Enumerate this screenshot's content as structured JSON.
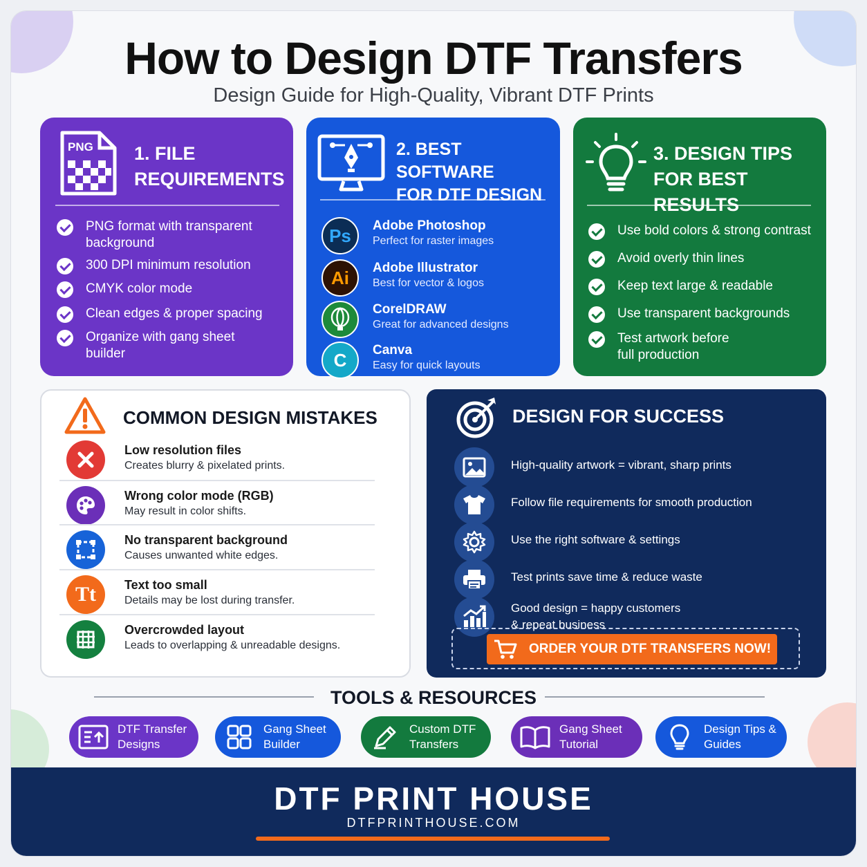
{
  "header": {
    "title": "How to Design DTF Transfers",
    "subtitle": "Design Guide for High-Quality, Vibrant DTF Prints"
  },
  "file_requirements": {
    "icon_label": "PNG",
    "heading_1": "1. FILE",
    "heading_2": "REQUIREMENTS",
    "items": [
      [
        "PNG format with transparent",
        "background"
      ],
      [
        "300 DPI minimum resolution"
      ],
      [
        "CMYK color mode"
      ],
      [
        "Clean edges & proper spacing"
      ],
      [
        "Organize with gang sheet",
        "builder"
      ]
    ]
  },
  "software": {
    "heading_1": "2. BEST SOFTWARE",
    "heading_2": "FOR DTF DESIGN",
    "items": [
      {
        "logo": "Ps",
        "name": "Adobe Photoshop",
        "desc": "Perfect for raster images",
        "color": "#0b2d55",
        "text_color": "#31a8ff"
      },
      {
        "logo": "Ai",
        "name": "Adobe Illustrator",
        "desc": "Best for vector & logos",
        "color": "#2d1204",
        "text_color": "#ff9a00"
      },
      {
        "logo": "",
        "name": "CorelDRAW",
        "desc": "Great for advanced designs",
        "color": "#1d8a3a",
        "text_color": "#ffffff"
      },
      {
        "logo": "C",
        "name": "Canva",
        "desc": "Easy for quick layouts",
        "color": "#14a8c8",
        "text_color": "#ffffff"
      }
    ]
  },
  "design_tips": {
    "heading_1": "3. DESIGN TIPS",
    "heading_2": "FOR BEST RESULTS",
    "items": [
      [
        "Use bold colors & strong contrast"
      ],
      [
        "Avoid overly thin lines"
      ],
      [
        "Keep text large & readable"
      ],
      [
        "Use transparent backgrounds"
      ],
      [
        "Test artwork before",
        "full production"
      ]
    ]
  },
  "mistakes": {
    "heading": "COMMON DESIGN MISTAKES",
    "items": [
      {
        "title": "Low resolution files",
        "desc": "Creates blurry & pixelated prints.",
        "color": "#e23a35",
        "icon": "x-icon"
      },
      {
        "title": "Wrong color mode (RGB)",
        "desc": "May result in color shifts.",
        "color": "#6b2fb8",
        "icon": "palette-icon"
      },
      {
        "title": "No transparent background",
        "desc": "Causes unwanted white edges.",
        "color": "#1763d8",
        "icon": "frame-icon"
      },
      {
        "title": "Text too small",
        "desc": "Details may be lost during transfer.",
        "color": "#f26a1b",
        "icon_text": "Tt",
        "icon": "text-size-icon"
      },
      {
        "title": "Overcrowded layout",
        "desc": "Leads to overlapping & unreadable designs.",
        "color": "#14803f",
        "icon": "grid-icon"
      }
    ]
  },
  "success": {
    "heading": "DESIGN FOR SUCCESS",
    "items": [
      {
        "lines": [
          "High-quality artwork = vibrant, sharp prints"
        ],
        "icon": "image-icon"
      },
      {
        "lines": [
          "Follow file requirements for smooth production"
        ],
        "icon": "tshirt-icon"
      },
      {
        "lines": [
          "Use the right software & settings"
        ],
        "icon": "gear-icon"
      },
      {
        "lines": [
          "Test prints save time & reduce waste"
        ],
        "icon": "printer-icon"
      },
      {
        "lines": [
          "Good design = happy customers",
          "& repeat business"
        ],
        "icon": "growth-chart-icon"
      }
    ],
    "cta": "ORDER YOUR DTF TRANSFERS NOW!"
  },
  "tools": {
    "heading": "TOOLS & RESOURCES",
    "items": [
      {
        "lines": [
          "DTF Transfer",
          "Designs"
        ],
        "color": "#6b35c7",
        "icon": "designs-icon"
      },
      {
        "lines": [
          "Gang Sheet",
          "Builder"
        ],
        "color": "#1558dc",
        "icon": "grid-builder-icon"
      },
      {
        "lines": [
          "Custom DTF",
          "Transfers"
        ],
        "color": "#137a3e",
        "icon": "pencil-icon"
      },
      {
        "lines": [
          "Gang Sheet",
          "Tutorial"
        ],
        "color": "#6b2fb8",
        "icon": "book-icon"
      },
      {
        "lines": [
          "Design Tips &",
          "Guides"
        ],
        "color": "#1558dc",
        "icon": "lightbulb-icon"
      }
    ]
  },
  "footer": {
    "brand": "DTF PRINT HOUSE",
    "site": "DTFPRINTHOUSE.COM"
  }
}
